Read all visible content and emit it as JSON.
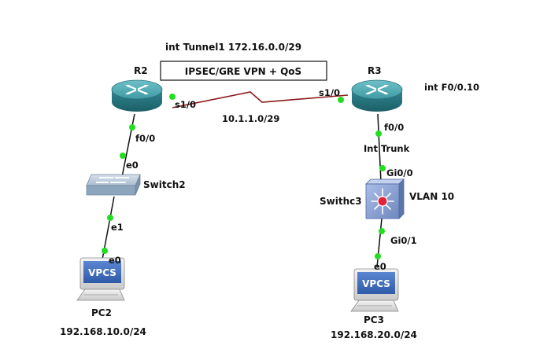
{
  "topology": {
    "tunnel_label": "int Tunnel1  172.16.0.0/29",
    "vpn_box_label": "IPSEC/GRE VPN + QoS",
    "serial_network": "10.1.1.0/29",
    "subinterface_label": "int F0/0.10",
    "trunk_label": "Int Trunk",
    "vlan_label": "VLAN 10"
  },
  "devices": {
    "r2": {
      "name": "R2",
      "type": "router"
    },
    "r3": {
      "name": "R3",
      "type": "router"
    },
    "switch2": {
      "name": "Switch2",
      "type": "switch"
    },
    "switch3": {
      "name": "Swithc3",
      "type": "multilayer-switch"
    },
    "pc2": {
      "name": "PC2",
      "type": "vpcs",
      "screen_label": "VPCS",
      "network": "192.168.10.0/24"
    },
    "pc3": {
      "name": "PC3",
      "type": "vpcs",
      "screen_label": "VPCS",
      "network": "192.168.20.0/24"
    }
  },
  "interfaces": {
    "r2_serial": "s1/0",
    "r3_serial": "s1/0",
    "r2_fa": "f0/0",
    "r3_fa": "f0/0",
    "sw2_uplink": "e0",
    "sw2_down": "e1",
    "pc2_port": "e0",
    "sw3_uplink": "Gi0/0",
    "sw3_down": "Gi0/1",
    "pc3_port": "e0"
  },
  "links": [
    {
      "from": "R2",
      "to": "R3",
      "kind": "serial"
    },
    {
      "from": "R2",
      "to": "Switch2",
      "kind": "ethernet"
    },
    {
      "from": "Switch2",
      "to": "PC2",
      "kind": "ethernet"
    },
    {
      "from": "R3",
      "to": "Swithc3",
      "kind": "ethernet"
    },
    {
      "from": "Swithc3",
      "to": "PC3",
      "kind": "ethernet"
    }
  ],
  "colors": {
    "serial_link": "#8b1a1a",
    "ethernet_link": "#111111",
    "link_up_dot": "#22dd22",
    "router_body": "#3a8f9a",
    "switch_body": "#9ab0c4",
    "l3switch_body": "#7f97c8",
    "vpcs_screen": "#3b67b8"
  }
}
